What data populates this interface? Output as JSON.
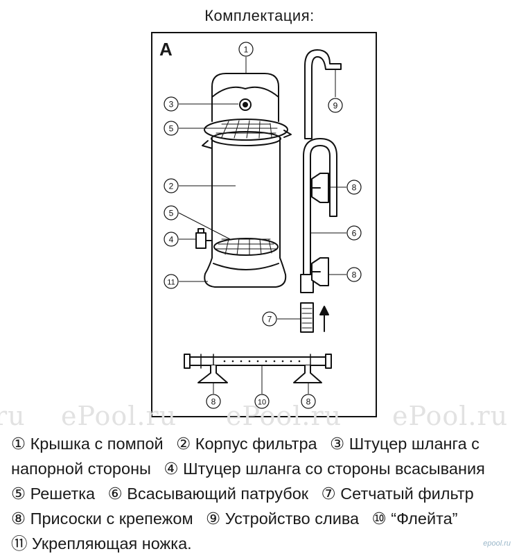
{
  "title": "Комплектация:",
  "panel_letter": "A",
  "watermark": "ePool.ru",
  "watermark_left_fragment": "ru",
  "corner_logo": "epool.ru",
  "callouts": {
    "c1": "1",
    "c2": "2",
    "c3": "3",
    "c4": "4",
    "c5a": "5",
    "c5b": "5",
    "c6": "6",
    "c7": "7",
    "c8a": "8",
    "c8b": "8",
    "c8c": "8",
    "c8d": "8",
    "c9": "9",
    "c10": "10",
    "c11": "11"
  },
  "legend": [
    [
      "① Крышка с помпой",
      "② Корпус фильтра",
      "③ Штуцер шланга с"
    ],
    [
      "напорной стороны",
      "④ Штуцер шланга со стороны всасывания"
    ],
    [
      "⑤ Решетка",
      "⑥ Всасывающий патрубок",
      "⑦ Сетчатый фильтр"
    ],
    [
      "⑧ Присоски с крепежом",
      "⑨ Устройство слива",
      "⑩ “Флейта”"
    ],
    [
      "⑪ Укрепляющая ножка."
    ]
  ]
}
